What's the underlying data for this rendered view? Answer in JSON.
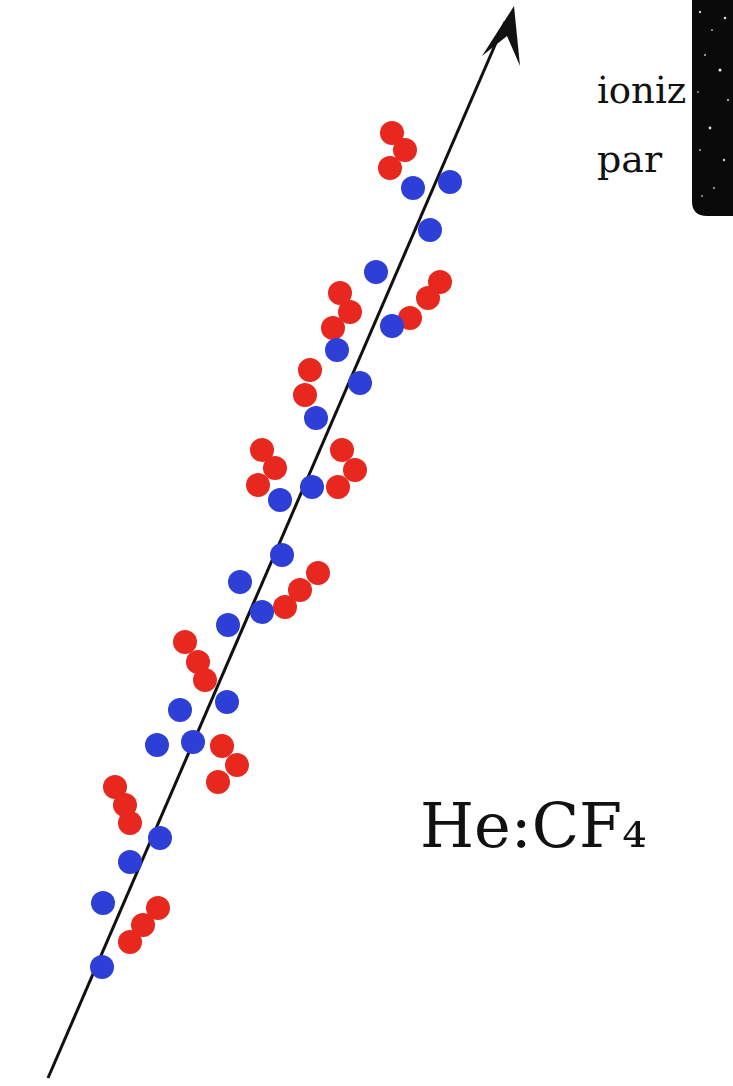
{
  "diagram": {
    "labels": [
      "ioniz",
      "par",
      "He:CF₄"
    ]
  }
}
